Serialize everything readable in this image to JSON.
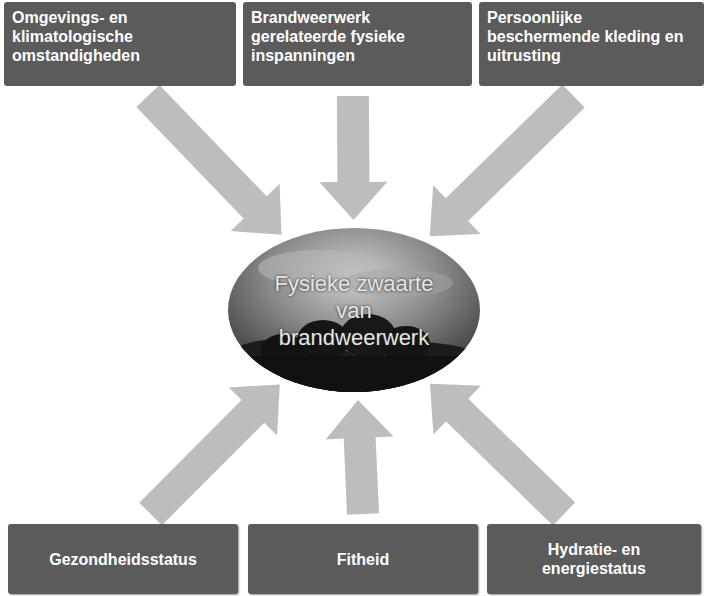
{
  "diagram": {
    "nodes": [
      {
        "text": [
          "Omgevings- en klimatologische omstandigheden"
        ]
      },
      {
        "text": [
          "Brandweerwerk gerelateerde fysieke inspanningen"
        ]
      },
      {
        "text": [
          "Persoonlijke beschermende kleding en uitrusting"
        ]
      },
      {
        "text": [
          "Fysieke zwaarte van brandweerwerk"
        ]
      },
      {
        "text": [
          "Gezondheidsstatus"
        ]
      },
      {
        "text": [
          "Fitheid"
        ]
      },
      {
        "text": [
          "Hydratie- en energiestatus"
        ]
      }
    ],
    "edges": [
      {
        "from": 0,
        "to": 3,
        "arrow": "to"
      },
      {
        "from": 1,
        "to": 3,
        "arrow": "to"
      },
      {
        "from": 2,
        "to": 3,
        "arrow": "to"
      },
      {
        "from": 4,
        "to": 3,
        "arrow": "to"
      },
      {
        "from": 5,
        "to": 3,
        "arrow": "to"
      },
      {
        "from": 6,
        "to": 3,
        "arrow": "to"
      }
    ]
  }
}
